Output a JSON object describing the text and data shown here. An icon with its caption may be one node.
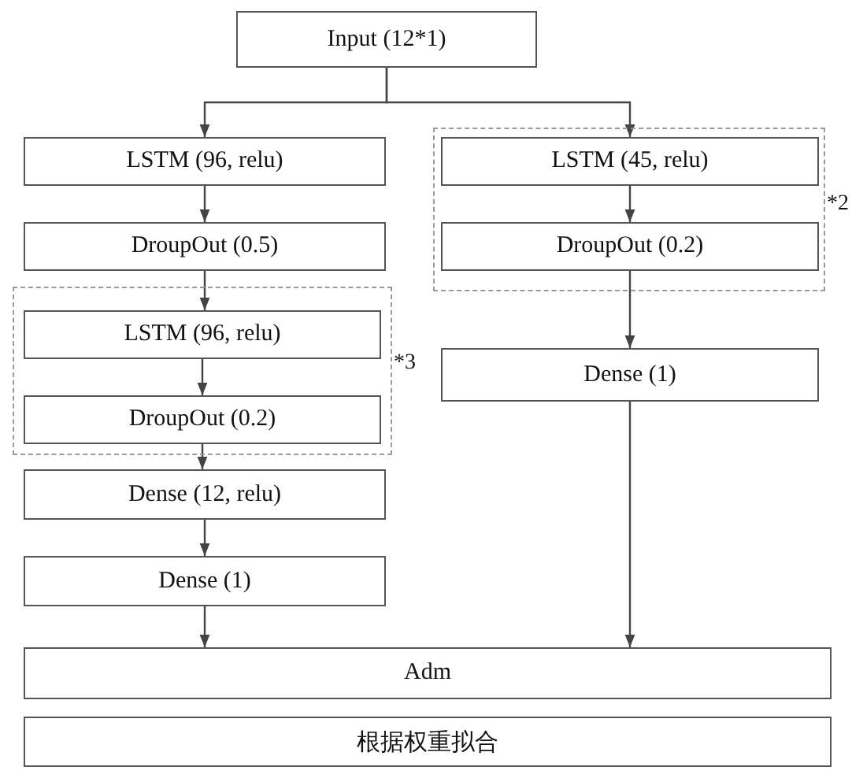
{
  "diagram": {
    "nodes": [
      {
        "text": [
          "Input (12*1)"
        ]
      },
      {
        "text": [
          "LSTM (96, relu)"
        ]
      },
      {
        "text": [
          "DroupOut (0.5)"
        ]
      },
      {
        "text": [],
        "shape": "box",
        "beside": [
          "*3"
        ]
      },
      {
        "text": [
          "LSTM (96, relu)"
        ],
        "in": 3
      },
      {
        "text": [
          "DroupOut (0.2)"
        ],
        "in": 3
      },
      {
        "text": [
          "Dense (12, relu)"
        ]
      },
      {
        "text": [
          "Dense (1)"
        ]
      },
      {
        "text": [],
        "shape": "box",
        "beside": [
          "*2"
        ]
      },
      {
        "text": [
          "LSTM (45, relu)"
        ],
        "in": 8
      },
      {
        "text": [
          "DroupOut (0.2)"
        ],
        "in": 8
      },
      {
        "text": [
          "Dense (1)"
        ]
      },
      {
        "text": [
          "Adm"
        ]
      },
      {
        "text": [
          "根据权重拟合"
        ]
      }
    ],
    "edges": [
      {
        "from": 0,
        "to": 1,
        "arrow": "to"
      },
      {
        "from": 0,
        "to": 9,
        "arrow": "to"
      },
      {
        "from": 1,
        "to": 2,
        "arrow": "to"
      },
      {
        "from": 2,
        "to": 4,
        "arrow": "to"
      },
      {
        "from": 4,
        "to": 5,
        "arrow": "to"
      },
      {
        "from": 5,
        "to": 6,
        "arrow": "to"
      },
      {
        "from": 6,
        "to": 7,
        "arrow": "to"
      },
      {
        "from": 7,
        "to": 12,
        "arrow": "to"
      },
      {
        "from": 9,
        "to": 10,
        "arrow": "to"
      },
      {
        "from": 10,
        "to": 11,
        "arrow": "to"
      },
      {
        "from": 11,
        "to": 12,
        "arrow": "to"
      }
    ]
  }
}
